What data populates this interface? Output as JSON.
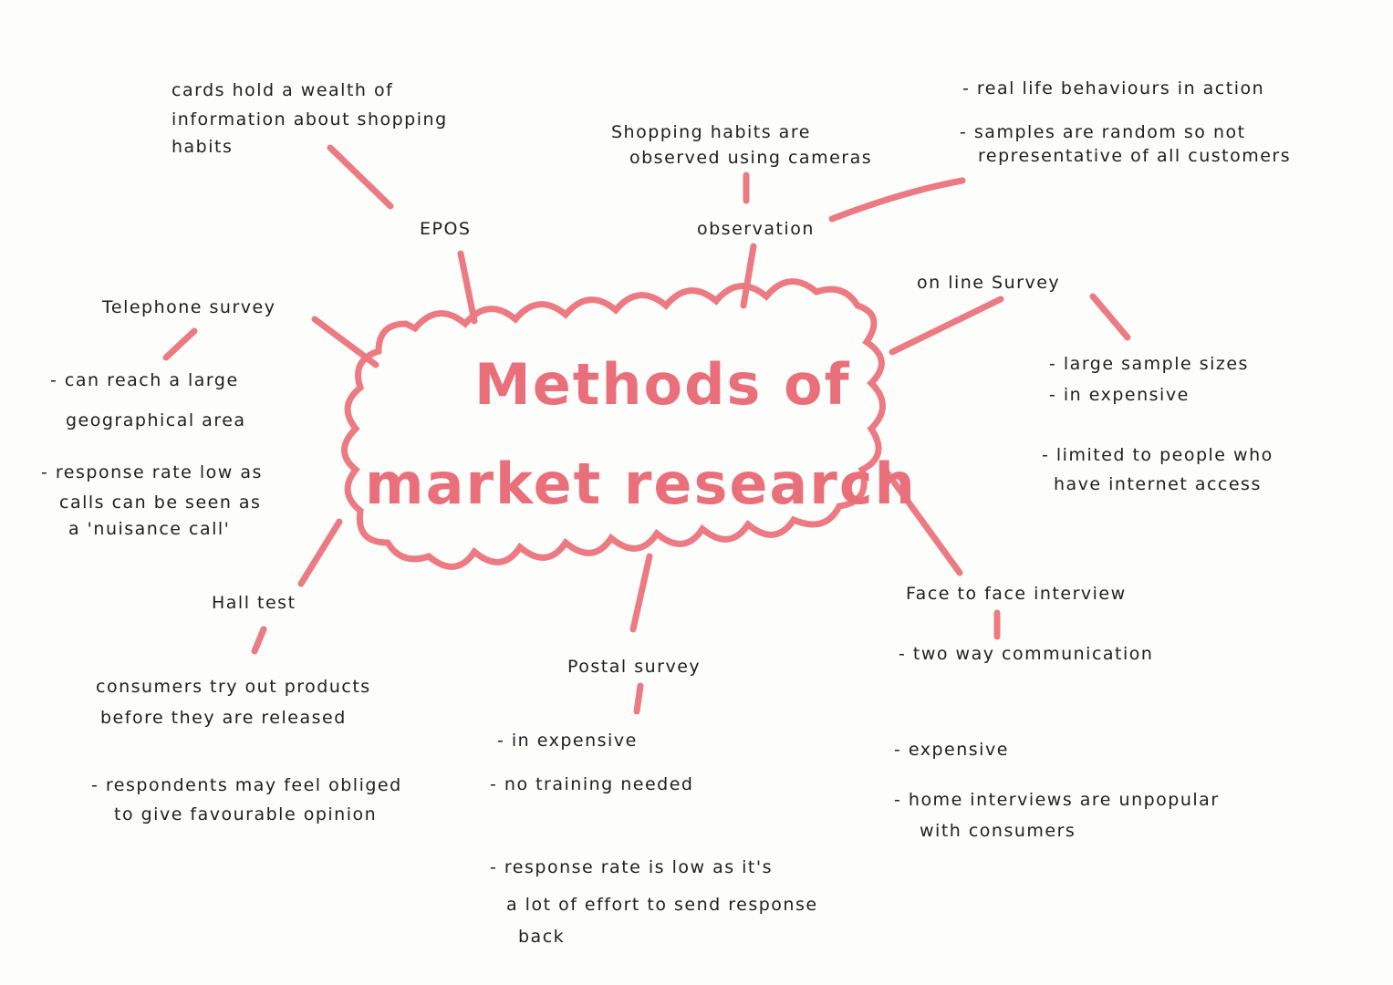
{
  "central_topic": {
    "line1": "Methods of",
    "line2": "market research"
  },
  "branches": {
    "epos": {
      "label": "EPOS",
      "note_lines": [
        "cards hold a wealth of",
        "information about shopping",
        "habits"
      ]
    },
    "observation": {
      "label": "observation",
      "note_lines": [
        "Shopping habits are",
        "observed using cameras"
      ],
      "points": [
        "- real life behaviours in action",
        "- samples are random so not",
        "representative of all customers"
      ]
    },
    "online_survey": {
      "label": "on line Survey",
      "points": [
        "- large sample sizes",
        "- in expensive",
        "- limited to people who",
        "have internet access"
      ]
    },
    "telephone_survey": {
      "label": "Telephone survey",
      "points": [
        "- can reach a large",
        "geographical area",
        "- response rate low as",
        "calls can be seen as",
        "a 'nuisance call'"
      ]
    },
    "hall_test": {
      "label": "Hall test",
      "points": [
        "consumers try out products",
        "before they are released",
        "- respondents may feel obliged",
        "to give favourable opinion"
      ]
    },
    "postal_survey": {
      "label": "Postal survey",
      "points": [
        "- in expensive",
        "- no training needed",
        "- response rate is low as it's",
        "a lot of effort to send response",
        "back"
      ]
    },
    "face_to_face": {
      "label": "Face to face interview",
      "points": [
        "- two way communication",
        "- expensive",
        "- home interviews are unpopular",
        "with consumers"
      ]
    }
  },
  "colors": {
    "accent": "#e9707a",
    "ink": "#202020"
  }
}
